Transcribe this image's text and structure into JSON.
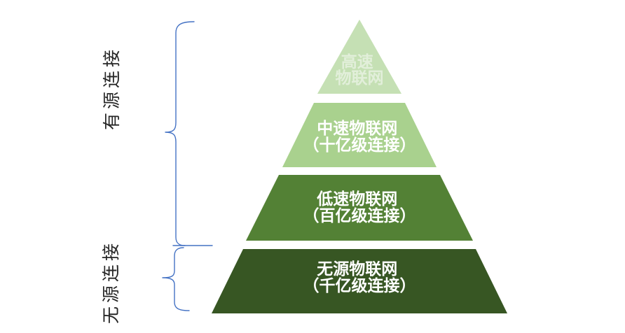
{
  "diagram": {
    "side_label_color": "#262626",
    "brace_color": "#4472c4",
    "side_groups": [
      {
        "label": "有源连接"
      },
      {
        "label": "无源连接"
      }
    ],
    "pyramid_levels": [
      {
        "line1": "高速",
        "line2": "物联网",
        "fill": "#c5e0b4",
        "text_color": "#e2efda"
      },
      {
        "line1": "中速物联网",
        "line2": "（十亿级连接）",
        "fill": "#a9d18e",
        "text_color": "#ffffff"
      },
      {
        "line1": "低速物联网",
        "line2": "（百亿级连接）",
        "fill": "#538135",
        "text_color": "#ffffff"
      },
      {
        "line1": "无源物联网",
        "line2": "（千亿级连接）",
        "fill": "#375623",
        "text_color": "#ffffff"
      }
    ]
  }
}
